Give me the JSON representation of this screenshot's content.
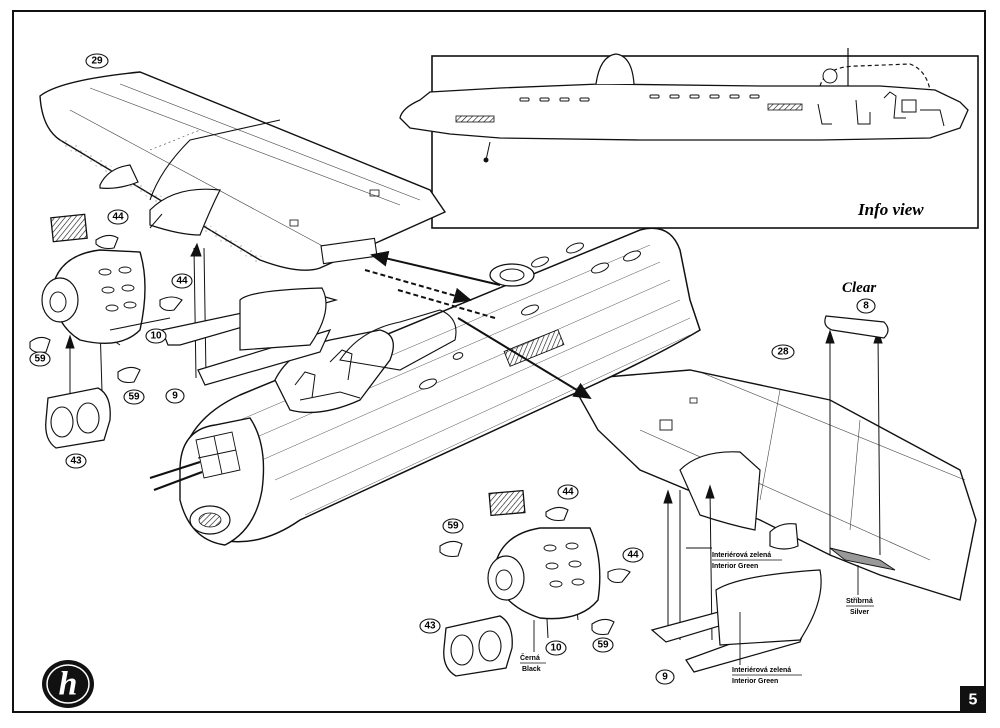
{
  "page": {
    "page_number": "5",
    "logo_letter": "h"
  },
  "info_view": {
    "title": "Info view"
  },
  "labels": {
    "clear": "Clear",
    "interior_green_cz": "Interiérová zelená",
    "interior_green_en": "Interior Green",
    "black_cz": "Černá",
    "black_en": "Black",
    "silver_cz": "Stříbrná",
    "silver_en": "Silver"
  },
  "parts": {
    "p29": "29",
    "p28": "28",
    "p44_left": "44",
    "p44_left2": "44",
    "p59_left": "59",
    "p59_left2": "59",
    "p10_left": "10",
    "p9_left": "9",
    "p43_left": "43",
    "p8": "8",
    "p44_right": "44",
    "p44_right2": "44",
    "p59_right": "59",
    "p59_right2": "59",
    "p10_right": "10",
    "p9_right": "9",
    "p43_right": "43"
  },
  "colors": {
    "ink": "#111111",
    "paper": "#ffffff",
    "shade": "#c8c8c8"
  }
}
